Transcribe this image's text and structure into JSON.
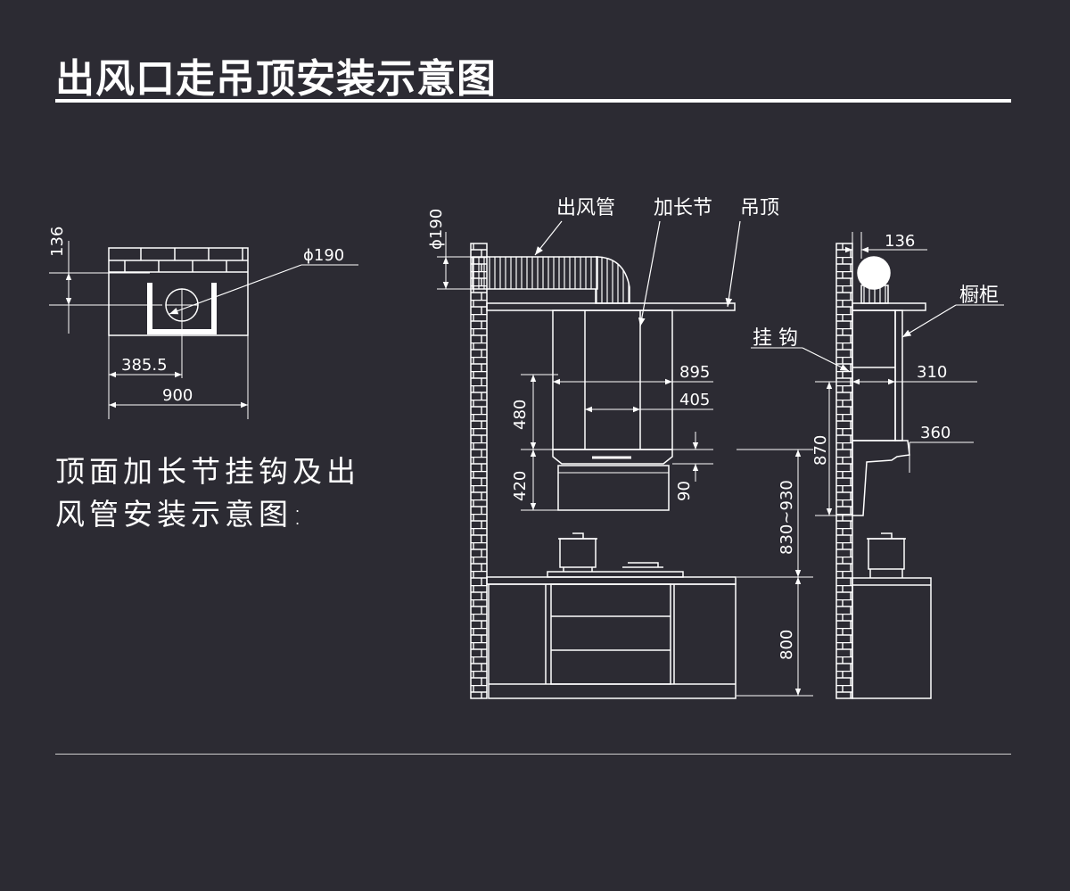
{
  "title": "出风口走吊顶安装示意图",
  "caption_line1": "顶面加长节挂钩及出",
  "caption_line2": "风管安装示意图:",
  "top_view": {
    "dim_136": "136",
    "dim_phi": "ϕ190",
    "dim_385": "385.5",
    "dim_900": "900"
  },
  "front_view": {
    "label_duct": "出风管",
    "label_ext": "加长节",
    "label_ceiling": "吊顶",
    "dim_190": "ϕ190",
    "dim_895": "895",
    "dim_405": "405",
    "dim_480": "480",
    "dim_420": "420",
    "dim_90": "90",
    "dim_830_930": "830~930",
    "dim_800": "800"
  },
  "side_view": {
    "dim_136": "136",
    "label_cabinet": "橱柜",
    "label_hook": "挂 钩",
    "dim_310": "310",
    "dim_870": "870",
    "dim_360": "360"
  },
  "colors": {
    "background": "#2c2b33",
    "line": "#ffffff"
  }
}
